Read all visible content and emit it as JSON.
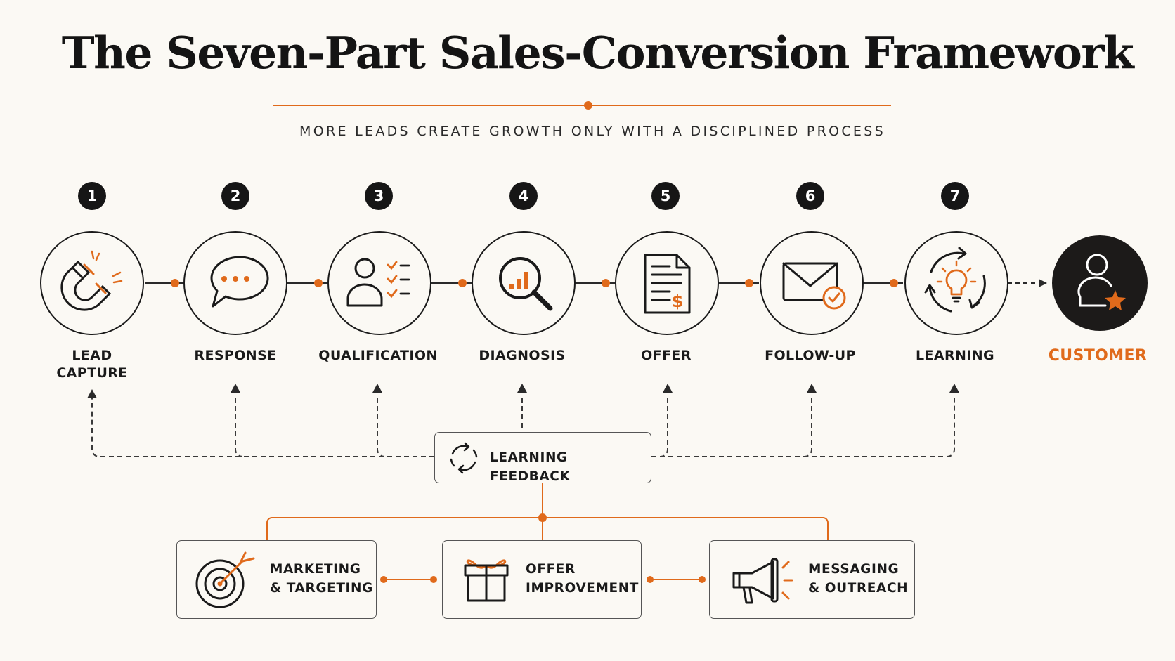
{
  "title": "The Seven-Part Sales-Conversion Framework",
  "subtitle": "MORE LEADS CREATE GROWTH ONLY WITH A DISCIPLINED PROCESS",
  "colors": {
    "accent": "#e06a1b",
    "ink": "#1a1a1a",
    "background": "#fbf9f4"
  },
  "steps": [
    {
      "number": "1",
      "label": "LEAD\nCAPTURE",
      "icon": "magnet-icon"
    },
    {
      "number": "2",
      "label": "RESPONSE",
      "icon": "chat-bubble-icon"
    },
    {
      "number": "3",
      "label": "QUALIFICATION",
      "icon": "person-checklist-icon"
    },
    {
      "number": "4",
      "label": "DIAGNOSIS",
      "icon": "magnifier-chart-icon"
    },
    {
      "number": "5",
      "label": "OFFER",
      "icon": "document-dollar-icon"
    },
    {
      "number": "6",
      "label": "FOLLOW-UP",
      "icon": "envelope-check-icon"
    },
    {
      "number": "7",
      "label": "LEARNING",
      "icon": "lightbulb-cycle-icon"
    }
  ],
  "customer": {
    "label": "CUSTOMER",
    "icon": "person-star-icon"
  },
  "feedback": {
    "label": "LEARNING FEEDBACK",
    "icon": "refresh-cycle-icon"
  },
  "improvements": [
    {
      "label": "MARKETING\n& TARGETING",
      "icon": "target-arrow-icon"
    },
    {
      "label": "OFFER\nIMPROVEMENT",
      "icon": "gift-icon"
    },
    {
      "label": "MESSAGING\n& OUTREACH",
      "icon": "megaphone-icon"
    }
  ]
}
